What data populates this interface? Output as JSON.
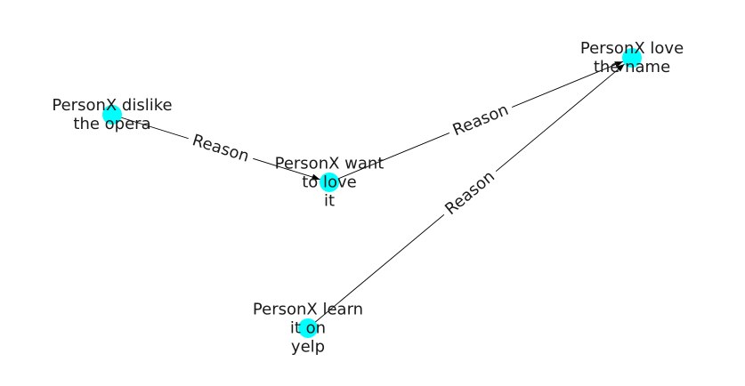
{
  "graph": {
    "node_color": "#00ffff",
    "edge_color": "#000000",
    "nodes": [
      {
        "id": "dislike",
        "label_lines": [
          "PersonX dislike",
          "the opera"
        ]
      },
      {
        "id": "want",
        "label_lines": [
          "PersonX want",
          "to love",
          "it"
        ]
      },
      {
        "id": "love",
        "label_lines": [
          "PersonX love",
          "the name"
        ]
      },
      {
        "id": "learn",
        "label_lines": [
          "PersonX learn",
          "it on",
          "yelp"
        ]
      }
    ],
    "edges": [
      {
        "source": "dislike",
        "target": "want",
        "label": "Reason"
      },
      {
        "source": "want",
        "target": "love",
        "label": "Reason"
      },
      {
        "source": "learn",
        "target": "love",
        "label": "Reason"
      }
    ]
  }
}
